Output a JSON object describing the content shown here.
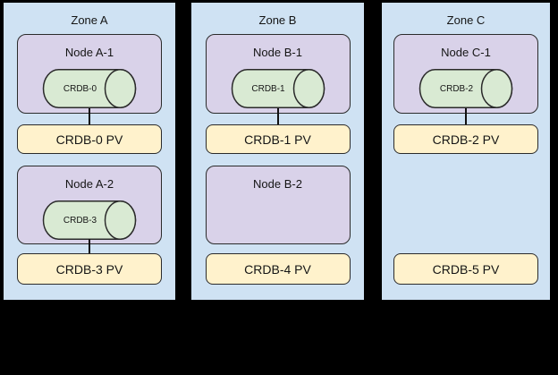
{
  "colors": {
    "zone-fill": "#cfe2f3",
    "node-fill": "#d9d2e9",
    "disk-fill": "#d9ead3",
    "pv-fill": "#fff2cc",
    "zone-border": "#000000",
    "shape-border": "#2b2b2b",
    "connector": "#111111",
    "background": "#000000"
  },
  "zones": [
    {
      "label": "Zone A",
      "slots": [
        {
          "node_label": "Node A-1",
          "disk_label": "CRDB-0",
          "pv_label": "CRDB-0 PV"
        },
        {
          "node_label": "Node A-2",
          "disk_label": "CRDB-3",
          "pv_label": "CRDB-3 PV"
        }
      ]
    },
    {
      "label": "Zone B",
      "slots": [
        {
          "node_label": "Node B-1",
          "disk_label": "CRDB-1",
          "pv_label": "CRDB-1 PV"
        },
        {
          "node_label": "Node B-2",
          "pv_label": "CRDB-4 PV"
        }
      ]
    },
    {
      "label": "Zone C",
      "slots": [
        {
          "node_label": "Node C-1",
          "disk_label": "CRDB-2",
          "pv_label": "CRDB-2 PV"
        },
        {
          "pv_label": "CRDB-5 PV"
        }
      ]
    }
  ]
}
